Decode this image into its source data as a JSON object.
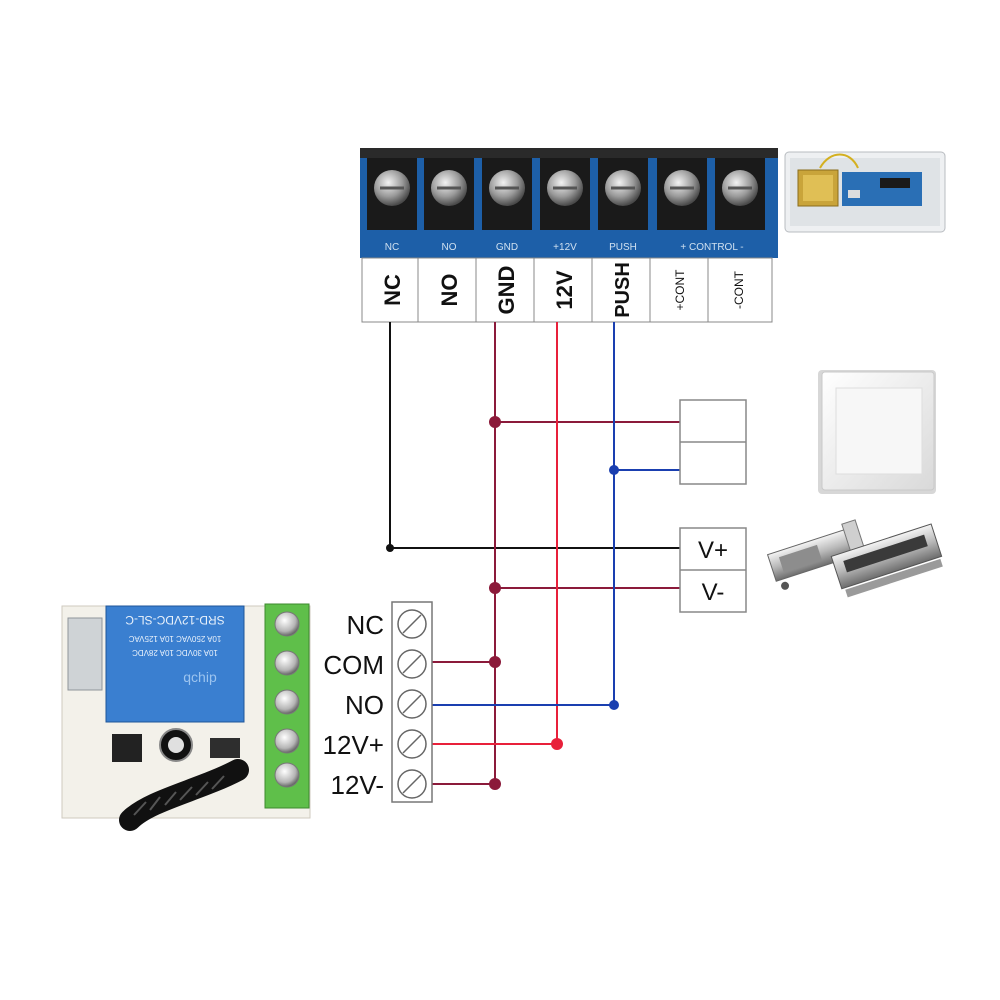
{
  "terminal_block": {
    "strip_labels": [
      "NC",
      "NO",
      "GND",
      "+12V",
      "PUSH",
      "+ CONTROL -"
    ],
    "labels": [
      "NC",
      "NO",
      "GND",
      "12V",
      "PUSH",
      "+CONT",
      "-CONT"
    ]
  },
  "relay_terminals": [
    "NC",
    "COM",
    "NO",
    "12V+",
    "12V-"
  ],
  "button_box": {
    "rows": 2
  },
  "lock_terminals": [
    "V+",
    "V-"
  ],
  "relay_module": {
    "relay_text_1": "SRD-12VDC-SL-C",
    "relay_text_2": "10A 250VAC 10A 125VAC",
    "relay_text_3": "10A 30VDC 10A 28VDC",
    "watermark": "qchip"
  },
  "colors": {
    "black_wire": "#111111",
    "gnd_wire": "#8b1a3a",
    "v12_wire": "#e8203a",
    "push_wire": "#1a3fb0",
    "terminal_base": "#1d5fa8",
    "pcb_green": "#5fbf4a",
    "relay_blue": "#3a7fd0"
  }
}
